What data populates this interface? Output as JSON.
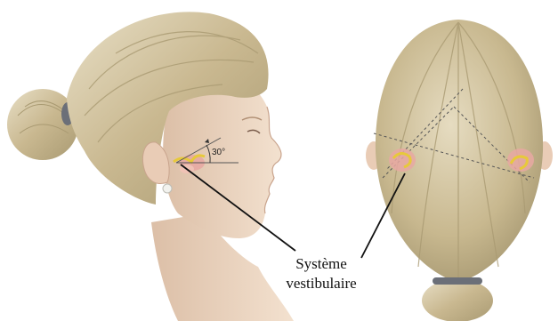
{
  "figure": {
    "angle_label": "30°",
    "caption_line1": "Système",
    "caption_line2": "vestibulaire"
  },
  "colors": {
    "background": "#ffffff",
    "hair": "#c9b890",
    "hair_shadow": "#a99a72",
    "hair_highlight": "#e8dfc6",
    "skin": "#efd8c4",
    "skin_shadow": "#dcbfa7",
    "ear_organ": "#e7a8a2",
    "vestibular_yellow": "#e7c93a",
    "leader_line": "#111111",
    "dashed_line": "#555555"
  },
  "icons": [
    "earring-icon",
    "hair-tie-icon"
  ]
}
